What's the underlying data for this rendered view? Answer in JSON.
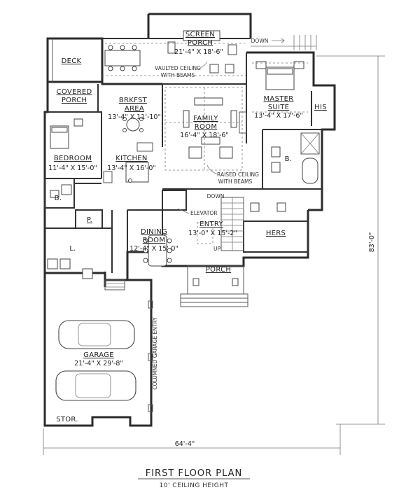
{
  "plan": {
    "title": "FIRST FLOOR PLAN",
    "subtitle": "10' CEILING HEIGHT",
    "overall_width": "64'-4\"",
    "overall_depth": "83'-0\"",
    "rooms": {
      "screen_porch": {
        "name_line1": "SCREEN",
        "name_line2": "PORCH",
        "dims": "21'-4\" X 18'-6\""
      },
      "deck": {
        "name": "DECK"
      },
      "covered_porch": {
        "name_line1": "COVERED",
        "name_line2": "PORCH"
      },
      "brkfst_area": {
        "name_line1": "BRKFST",
        "name_line2": "AREA",
        "dims": "13'-4\" X 11'-10\""
      },
      "family_room": {
        "name_line1": "FAMILY",
        "name_line2": "ROOM",
        "dims": "16'-4\" X 18'-6\""
      },
      "master_suite": {
        "name_line1": "MASTER",
        "name_line2": "SUITE",
        "dims": "13'-4\" X 17'-6\""
      },
      "his": {
        "name": "HIS"
      },
      "hers": {
        "name": "HERS"
      },
      "bedroom": {
        "name": "BEDROOM",
        "dims": "11'-4\" X 15'-0\""
      },
      "kitchen": {
        "name": "KITCHEN",
        "dims": "13'-4\" X 16'-0\""
      },
      "bath_left": {
        "name": "B."
      },
      "bath_master": {
        "name": "B."
      },
      "pantry": {
        "name": "P."
      },
      "laundry": {
        "name": "L."
      },
      "dining_room": {
        "name_line1": "DINING",
        "name_line2": "ROOM",
        "dims": "12'-4\" X 15'-0\""
      },
      "entry": {
        "name": "ENTRY",
        "dims": "13'-0\" X 15'-2\""
      },
      "porch": {
        "name": "PORCH"
      },
      "garage": {
        "name": "GARAGE",
        "dims": "21'-4\" X 29'-8\""
      },
      "stor": {
        "name": "STOR."
      }
    },
    "notes": {
      "vaulted_line1": "VAULTED CEILING",
      "vaulted_line2": "WITH BEAMS",
      "raised_line1": "RAISED CEILING",
      "raised_line2": "WITH BEAMS",
      "elevator": "ELEVATOR",
      "down_stair": "DOWN",
      "down_deck": "DOWN",
      "up": "UP",
      "columned_garage_entry": "COLUMNED GARAGE ENTRY"
    }
  }
}
